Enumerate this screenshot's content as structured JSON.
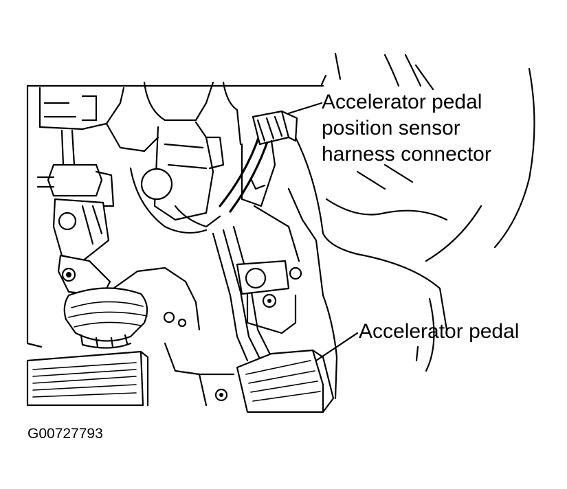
{
  "labels": {
    "sensor_connector_line1": "Accelerator pedal",
    "sensor_connector_line2": "position sensor",
    "sensor_connector_line3": "harness connector",
    "accelerator_pedal": "Accelerator pedal"
  },
  "figure_id": "G00727793"
}
